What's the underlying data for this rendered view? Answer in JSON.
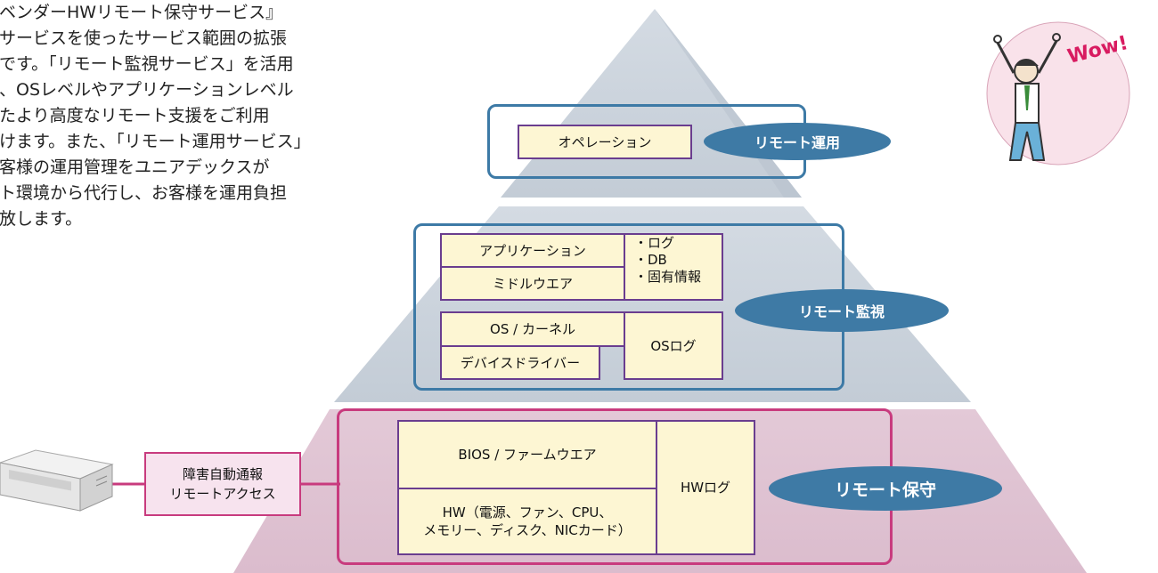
{
  "intro_lines": [
    "チベンダーHWリモート保守サービス』",
    "のサービスを使ったサービス範囲の拡張",
    "能です。「リモート監視サービス」を活用",
    "ば、OSレベルやアプリケーションレベル",
    "めたより高度なリモート支援をご利用",
    "だけます。また、「リモート運用サービス」",
    "お客様の運用管理をユニアデックスが",
    "ート環境から代行し、お客様を運用負担",
    "解放します。"
  ],
  "tiers": {
    "operation": {
      "cell": "オペレーション",
      "pill": "リモート運用"
    },
    "monitoring": {
      "app": "アプリケーション",
      "middleware": "ミドルウエア",
      "info": [
        "・ログ",
        "・DB",
        "・固有情報"
      ],
      "os": "OS / カーネル",
      "driver": "デバイスドライバー",
      "oslog": "OSログ",
      "pill": "リモート監視"
    },
    "maintenance": {
      "bios": "BIOS / ファームウエア",
      "hw_line1": "HW（電源、ファン、CPU、",
      "hw_line2": "メモリー、ディスク、NICカード）",
      "hwlog": "HWログ",
      "pill": "リモート保守"
    }
  },
  "switch_box": {
    "line1": "障害自動通報",
    "line2": "リモートアクセス"
  },
  "badge": {
    "text": "Wow!"
  },
  "colors": {
    "blue_frame": "#3d7aa6",
    "pink_frame": "#c83b7e",
    "pill": "#3e7aa5",
    "cell_bg": "#fdf6d3",
    "cell_border": "#6a3d8f"
  }
}
